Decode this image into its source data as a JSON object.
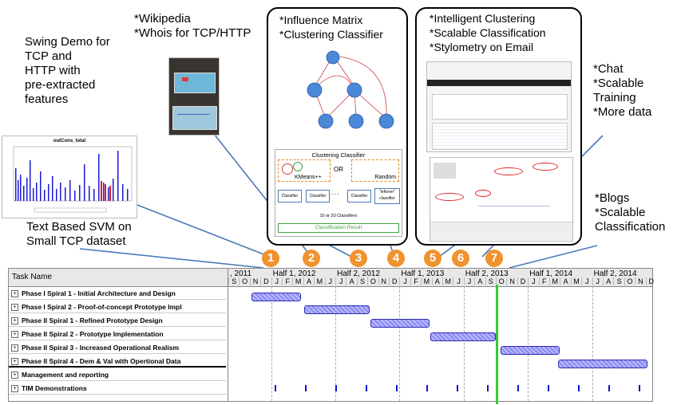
{
  "notes": {
    "swing_demo": "Swing Demo for\nTCP and\nHTTP with\npre-extracted\nfeatures",
    "wikipedia": "*Wikipedia\n*Whois for TCP/HTTP",
    "text_svm": "Text Based SVM on\nSmall TCP dataset",
    "chat": "*Chat\n*Scalable\n Training\n*More data",
    "blogs": "*Blogs\n*Scalable\n Classification"
  },
  "box1": {
    "title": "*Influence Matrix\n*Clustering Classifier",
    "clustering_title": "Clustering Classifier",
    "or_label": "OR",
    "kmeans_label": "KMeans++",
    "random_label": "Random",
    "classifier_label": "Classifier",
    "leftover_label": "\"leftover\" classifier",
    "dots_label": "- - -",
    "count_label": "10 or 20 Classifiers",
    "result_label": "Classification Result"
  },
  "box2": {
    "title": "*Intelligent Clustering\n*Scalable Classification\n*Stylometry on Email"
  },
  "chart_thumb": {
    "title": "outCons_total"
  },
  "milestones": [
    "1",
    "2",
    "3",
    "4",
    "5",
    "6",
    "7"
  ],
  "gantt": {
    "header_label": "Task Name",
    "periods": [
      ", 2011",
      "Half 1, 2012",
      "Half 2, 2012",
      "Half 1, 2013",
      "Half 2, 2013",
      "Half 1, 2014",
      "Half 2, 2014"
    ],
    "months": [
      "S",
      "O",
      "N",
      "D",
      "J",
      "F",
      "M",
      "A",
      "M",
      "J",
      "J",
      "A",
      "S",
      "O",
      "N",
      "D",
      "J",
      "F",
      "M",
      "A",
      "M",
      "J",
      "J",
      "A",
      "S",
      "O",
      "N",
      "D",
      "J",
      "F",
      "M",
      "A",
      "M",
      "J",
      "J",
      "A",
      "S",
      "O",
      "N",
      "D"
    ],
    "tasks": [
      "Phase I Spiral 1 - Initial Architecture and Design",
      "Phase I Spiral 2 - Proof-of-concept Prototype Impl",
      "Phase II Spiral 1 - Refined Prototype Design",
      "Phase II Spiral 2 - Prototype Implementation",
      "Phase II Spiral 3 - Increased Operational Realism",
      "Phase II Spiral 4 - Dem & Val with Opertional Data",
      "Management and reporting",
      "TIM Demonstrations"
    ]
  },
  "colors": {
    "milestone": "#f0922e",
    "today_line": "#33cc33",
    "bar": "#8a8af0",
    "pointer": "#4a7ab8"
  }
}
